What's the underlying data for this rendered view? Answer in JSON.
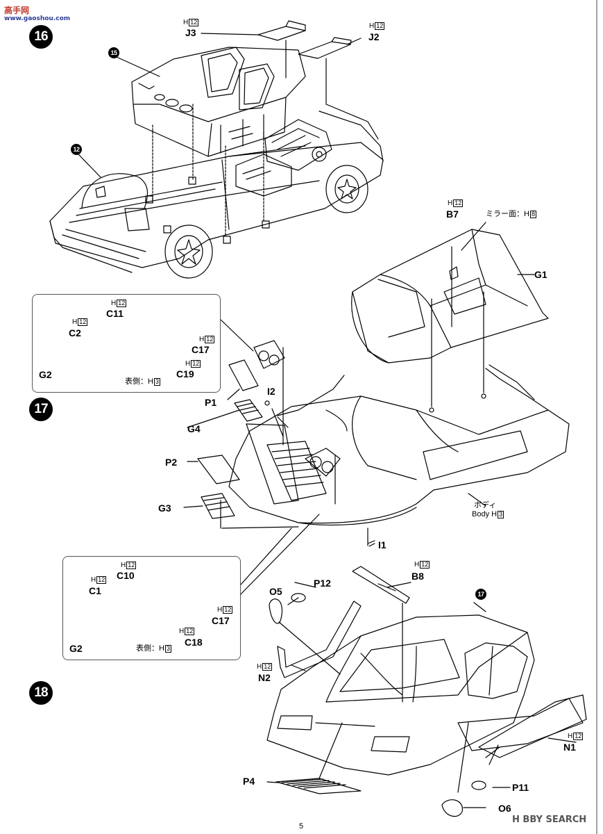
{
  "page_number": "5",
  "watermarks": {
    "top_left_logo": "高手网",
    "top_left_url": "www.gaoshou.com",
    "bottom_right": "H BBY SEARCH"
  },
  "steps": {
    "s16": "16",
    "s17": "17",
    "s18": "18"
  },
  "refs": {
    "r15": "15",
    "r12": "12",
    "r17": "17"
  },
  "parts": {
    "J3": "J3",
    "J2": "J2",
    "B7": "B7",
    "G1": "G1",
    "C11": "C11",
    "C2": "C2",
    "C17a": "C17",
    "C19": "C19",
    "G2a": "G2",
    "P1": "P1",
    "I2": "I2",
    "G4": "G4",
    "P2": "P2",
    "G3": "G3",
    "I1": "I1",
    "C10": "C10",
    "C1": "C1",
    "C18": "C18",
    "C17b": "C17",
    "G2b": "G2",
    "O5": "O5",
    "P12": "P12",
    "B8": "B8",
    "N2": "N2",
    "N1": "N1",
    "P4": "P4",
    "P11": "P11",
    "O6": "O6"
  },
  "color_codes": {
    "H": "H",
    "n12": "12",
    "n3": "3",
    "n8": "8"
  },
  "notes": {
    "mirror_face": "ミラー面：H",
    "front_side_a": "表側：H",
    "front_side_b": "表側：H",
    "body_jp": "ボディ",
    "body_en": "Body"
  }
}
